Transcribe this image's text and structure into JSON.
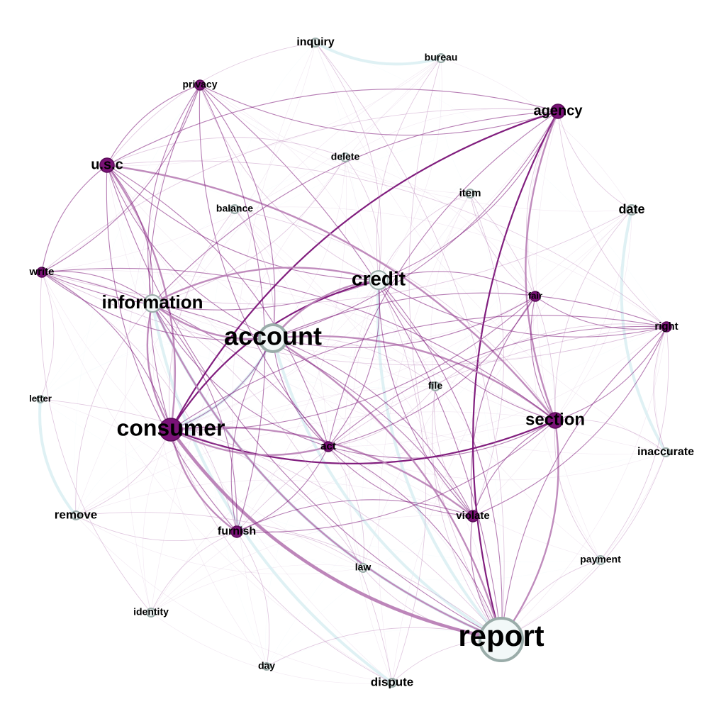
{
  "colors": {
    "background": "#ffffff",
    "purple": "#7a1277",
    "purple_light": "#b97fb6",
    "teal_light": "#d9eef2",
    "node_light_fill": "#f2f8f8",
    "node_light_stroke": "#9aaca9",
    "label": "#000000"
  },
  "nodes": [
    {
      "id": "report",
      "label": "report",
      "weight": 10,
      "group": "light"
    },
    {
      "id": "consumer",
      "label": "consumer",
      "weight": 8,
      "group": "dark"
    },
    {
      "id": "account",
      "label": "account",
      "weight": 8,
      "group": "light"
    },
    {
      "id": "credit",
      "label": "credit",
      "weight": 6,
      "group": "light"
    },
    {
      "id": "information",
      "label": "information",
      "weight": 5,
      "group": "light"
    },
    {
      "id": "section",
      "label": "section",
      "weight": 5,
      "group": "dark"
    },
    {
      "id": "agency",
      "label": "agency",
      "weight": 4,
      "group": "dark"
    },
    {
      "id": "usc",
      "label": "u.s.c",
      "weight": 4,
      "group": "dark"
    },
    {
      "id": "act",
      "label": "act",
      "weight": 3,
      "group": "dark"
    },
    {
      "id": "violate",
      "label": "violate",
      "weight": 3,
      "group": "dark"
    },
    {
      "id": "furnish",
      "label": "furnish",
      "weight": 3,
      "group": "dark"
    },
    {
      "id": "write",
      "label": "write",
      "weight": 3,
      "group": "dark"
    },
    {
      "id": "right",
      "label": "right",
      "weight": 3,
      "group": "dark"
    },
    {
      "id": "privacy",
      "label": "privacy",
      "weight": 2,
      "group": "dark"
    },
    {
      "id": "fair",
      "label": "fair",
      "weight": 2,
      "group": "dark"
    },
    {
      "id": "date",
      "label": "date",
      "weight": 3,
      "group": "light"
    },
    {
      "id": "inquiry",
      "label": "inquiry",
      "weight": 2,
      "group": "light"
    },
    {
      "id": "bureau",
      "label": "bureau",
      "weight": 1,
      "group": "light"
    },
    {
      "id": "delete",
      "label": "delete",
      "weight": 1,
      "group": "light"
    },
    {
      "id": "item",
      "label": "item",
      "weight": 2,
      "group": "light"
    },
    {
      "id": "balance",
      "label": "balance",
      "weight": 1,
      "group": "light"
    },
    {
      "id": "file",
      "label": "file",
      "weight": 1,
      "group": "light"
    },
    {
      "id": "letter",
      "label": "letter",
      "weight": 1,
      "group": "light"
    },
    {
      "id": "remove",
      "label": "remove",
      "weight": 3,
      "group": "light"
    },
    {
      "id": "inaccurate",
      "label": "inaccurate",
      "weight": 2,
      "group": "light"
    },
    {
      "id": "law",
      "label": "law",
      "weight": 1,
      "group": "light"
    },
    {
      "id": "payment",
      "label": "payment",
      "weight": 1,
      "group": "light"
    },
    {
      "id": "identity",
      "label": "identity",
      "weight": 1,
      "group": "light"
    },
    {
      "id": "day",
      "label": "day",
      "weight": 1,
      "group": "light"
    },
    {
      "id": "dispute",
      "label": "dispute",
      "weight": 3,
      "group": "light"
    }
  ],
  "edges": [
    {
      "source": "consumer",
      "target": "report",
      "strength": 5
    },
    {
      "source": "consumer",
      "target": "credit",
      "strength": 4
    },
    {
      "source": "consumer",
      "target": "section",
      "strength": 4
    },
    {
      "source": "consumer",
      "target": "agency",
      "strength": 4
    },
    {
      "source": "consumer",
      "target": "usc",
      "strength": 3
    },
    {
      "source": "consumer",
      "target": "information",
      "strength": 3
    },
    {
      "source": "consumer",
      "target": "act",
      "strength": 3
    },
    {
      "source": "consumer",
      "target": "violate",
      "strength": 3
    },
    {
      "source": "consumer",
      "target": "furnish",
      "strength": 3
    },
    {
      "source": "consumer",
      "target": "privacy",
      "strength": 2
    },
    {
      "source": "consumer",
      "target": "write",
      "strength": 2
    },
    {
      "source": "consumer",
      "target": "right",
      "strength": 2
    },
    {
      "source": "consumer",
      "target": "fair",
      "strength": 2
    },
    {
      "source": "consumer",
      "target": "remove",
      "strength": 1
    },
    {
      "source": "consumer",
      "target": "account",
      "strength": 2
    },
    {
      "source": "report",
      "target": "agency",
      "strength": 4
    },
    {
      "source": "report",
      "target": "section",
      "strength": 3
    },
    {
      "source": "report",
      "target": "information",
      "strength": 3
    },
    {
      "source": "report",
      "target": "account",
      "strength": 3
    },
    {
      "source": "report",
      "target": "violate",
      "strength": 2
    },
    {
      "source": "report",
      "target": "act",
      "strength": 2
    },
    {
      "source": "report",
      "target": "right",
      "strength": 2
    },
    {
      "source": "report",
      "target": "credit",
      "strength": 2
    },
    {
      "source": "report",
      "target": "payment",
      "strength": 1
    },
    {
      "source": "report",
      "target": "dispute",
      "strength": 1
    },
    {
      "source": "report",
      "target": "usc",
      "strength": 2
    },
    {
      "source": "report",
      "target": "privacy",
      "strength": 2
    },
    {
      "source": "report",
      "target": "law",
      "strength": 1
    },
    {
      "source": "section",
      "target": "usc",
      "strength": 3
    },
    {
      "source": "section",
      "target": "agency",
      "strength": 3
    },
    {
      "source": "section",
      "target": "account",
      "strength": 3
    },
    {
      "source": "section",
      "target": "act",
      "strength": 2
    },
    {
      "source": "section",
      "target": "right",
      "strength": 2
    },
    {
      "source": "section",
      "target": "fair",
      "strength": 2
    },
    {
      "source": "section",
      "target": "violate",
      "strength": 2
    },
    {
      "source": "section",
      "target": "credit",
      "strength": 2
    },
    {
      "source": "section",
      "target": "write",
      "strength": 2
    },
    {
      "source": "section",
      "target": "furnish",
      "strength": 2
    },
    {
      "source": "agency",
      "target": "usc",
      "strength": 2
    },
    {
      "source": "agency",
      "target": "privacy",
      "strength": 2
    },
    {
      "source": "agency",
      "target": "information",
      "strength": 2
    },
    {
      "source": "agency",
      "target": "account",
      "strength": 2
    },
    {
      "source": "agency",
      "target": "act",
      "strength": 2
    },
    {
      "source": "agency",
      "target": "credit",
      "strength": 2
    },
    {
      "source": "agency",
      "target": "write",
      "strength": 1
    },
    {
      "source": "usc",
      "target": "privacy",
      "strength": 2
    },
    {
      "source": "usc",
      "target": "write",
      "strength": 2
    },
    {
      "source": "usc",
      "target": "information",
      "strength": 2
    },
    {
      "source": "usc",
      "target": "account",
      "strength": 2
    },
    {
      "source": "usc",
      "target": "act",
      "strength": 2
    },
    {
      "source": "usc",
      "target": "furnish",
      "strength": 2
    },
    {
      "source": "usc",
      "target": "right",
      "strength": 1
    },
    {
      "source": "usc",
      "target": "credit",
      "strength": 2
    },
    {
      "source": "privacy",
      "target": "write",
      "strength": 2
    },
    {
      "source": "privacy",
      "target": "information",
      "strength": 2
    },
    {
      "source": "privacy",
      "target": "account",
      "strength": 2
    },
    {
      "source": "privacy",
      "target": "act",
      "strength": 2
    },
    {
      "source": "privacy",
      "target": "furnish",
      "strength": 2
    },
    {
      "source": "privacy",
      "target": "credit",
      "strength": 1
    },
    {
      "source": "write",
      "target": "information",
      "strength": 2
    },
    {
      "source": "write",
      "target": "account",
      "strength": 2
    },
    {
      "source": "write",
      "target": "act",
      "strength": 2
    },
    {
      "source": "write",
      "target": "credit",
      "strength": 2
    },
    {
      "source": "write",
      "target": "furnish",
      "strength": 1
    },
    {
      "source": "write",
      "target": "right",
      "strength": 1
    },
    {
      "source": "information",
      "target": "credit",
      "strength": 3
    },
    {
      "source": "information",
      "target": "account",
      "strength": 3
    },
    {
      "source": "information",
      "target": "furnish",
      "strength": 2
    },
    {
      "source": "information",
      "target": "act",
      "strength": 2
    },
    {
      "source": "information",
      "target": "violate",
      "strength": 2
    },
    {
      "source": "information",
      "target": "remove",
      "strength": 1
    },
    {
      "source": "account",
      "target": "credit",
      "strength": 3
    },
    {
      "source": "account",
      "target": "act",
      "strength": 2
    },
    {
      "source": "account",
      "target": "violate",
      "strength": 2
    },
    {
      "source": "account",
      "target": "fair",
      "strength": 2
    },
    {
      "source": "account",
      "target": "right",
      "strength": 2
    },
    {
      "source": "account",
      "target": "furnish",
      "strength": 2
    },
    {
      "source": "account",
      "target": "file",
      "strength": 1
    },
    {
      "source": "account",
      "target": "balance",
      "strength": 1
    },
    {
      "source": "credit",
      "target": "act",
      "strength": 2
    },
    {
      "source": "credit",
      "target": "violate",
      "strength": 2
    },
    {
      "source": "credit",
      "target": "fair",
      "strength": 2
    },
    {
      "source": "credit",
      "target": "right",
      "strength": 2
    },
    {
      "source": "credit",
      "target": "item",
      "strength": 1
    },
    {
      "source": "credit",
      "target": "delete",
      "strength": 1
    },
    {
      "source": "credit",
      "target": "bureau",
      "strength": 1
    },
    {
      "source": "credit",
      "target": "inquiry",
      "strength": 1
    },
    {
      "source": "credit",
      "target": "dispute",
      "strength": 1
    },
    {
      "source": "fair",
      "target": "right",
      "strength": 2
    },
    {
      "source": "fair",
      "target": "act",
      "strength": 2
    },
    {
      "source": "fair",
      "target": "violate",
      "strength": 2
    },
    {
      "source": "fair",
      "target": "agency",
      "strength": 1
    },
    {
      "source": "right",
      "target": "act",
      "strength": 2
    },
    {
      "source": "right",
      "target": "violate",
      "strength": 2
    },
    {
      "source": "right",
      "target": "furnish",
      "strength": 1
    },
    {
      "source": "right",
      "target": "agency",
      "strength": 1
    },
    {
      "source": "right",
      "target": "inaccurate",
      "strength": 1
    },
    {
      "source": "right",
      "target": "payment",
      "strength": 1
    },
    {
      "source": "act",
      "target": "violate",
      "strength": 2
    },
    {
      "source": "act",
      "target": "furnish",
      "strength": 2
    },
    {
      "source": "act",
      "target": "file",
      "strength": 1
    },
    {
      "source": "act",
      "target": "law",
      "strength": 1
    },
    {
      "source": "violate",
      "target": "furnish",
      "strength": 2
    },
    {
      "source": "violate",
      "target": "file",
      "strength": 1
    },
    {
      "source": "violate",
      "target": "item",
      "strength": 1
    },
    {
      "source": "furnish",
      "target": "law",
      "strength": 1
    },
    {
      "source": "furnish",
      "target": "identity",
      "strength": 1
    },
    {
      "source": "date",
      "target": "agency",
      "strength": 1
    },
    {
      "source": "date",
      "target": "section",
      "strength": 1
    },
    {
      "source": "date",
      "target": "write",
      "strength": 1
    },
    {
      "source": "item",
      "target": "fair",
      "strength": 1
    },
    {
      "source": "item",
      "target": "section",
      "strength": 1
    },
    {
      "source": "delete",
      "target": "usc",
      "strength": 1
    },
    {
      "source": "delete",
      "target": "information",
      "strength": 1
    },
    {
      "source": "balance",
      "target": "consumer",
      "strength": 1
    },
    {
      "source": "balance",
      "target": "section",
      "strength": 1
    },
    {
      "source": "inquiry",
      "target": "usc",
      "strength": 1
    },
    {
      "source": "inquiry",
      "target": "report",
      "strength": 1
    },
    {
      "source": "bureau",
      "target": "report",
      "strength": 1
    },
    {
      "source": "file",
      "target": "right",
      "strength": 1
    },
    {
      "source": "file",
      "target": "report",
      "strength": 1
    },
    {
      "source": "letter",
      "target": "report",
      "strength": 1
    },
    {
      "source": "letter",
      "target": "write",
      "strength": 1
    },
    {
      "source": "remove",
      "target": "report",
      "strength": 1
    },
    {
      "source": "remove",
      "target": "furnish",
      "strength": 1
    },
    {
      "source": "inaccurate",
      "target": "report",
      "strength": 1
    },
    {
      "source": "inaccurate",
      "target": "section",
      "strength": 1
    },
    {
      "source": "dispute",
      "target": "consumer",
      "strength": 1
    },
    {
      "source": "dispute",
      "target": "information",
      "strength": 1
    },
    {
      "source": "day",
      "target": "report",
      "strength": 1
    },
    {
      "source": "day",
      "target": "furnish",
      "strength": 1
    },
    {
      "source": "identity",
      "target": "write",
      "strength": 1
    },
    {
      "source": "law",
      "target": "consumer",
      "strength": 1
    },
    {
      "source": "payment",
      "target": "section",
      "strength": 1
    }
  ],
  "teal_edges": [
    {
      "source": "information",
      "target": "report"
    },
    {
      "source": "credit",
      "target": "report"
    },
    {
      "source": "account",
      "target": "report"
    },
    {
      "source": "consumer",
      "target": "account"
    },
    {
      "source": "information",
      "target": "dispute"
    },
    {
      "source": "date",
      "target": "inaccurate"
    },
    {
      "source": "letter",
      "target": "remove"
    },
    {
      "source": "inquiry",
      "target": "bureau"
    }
  ]
}
